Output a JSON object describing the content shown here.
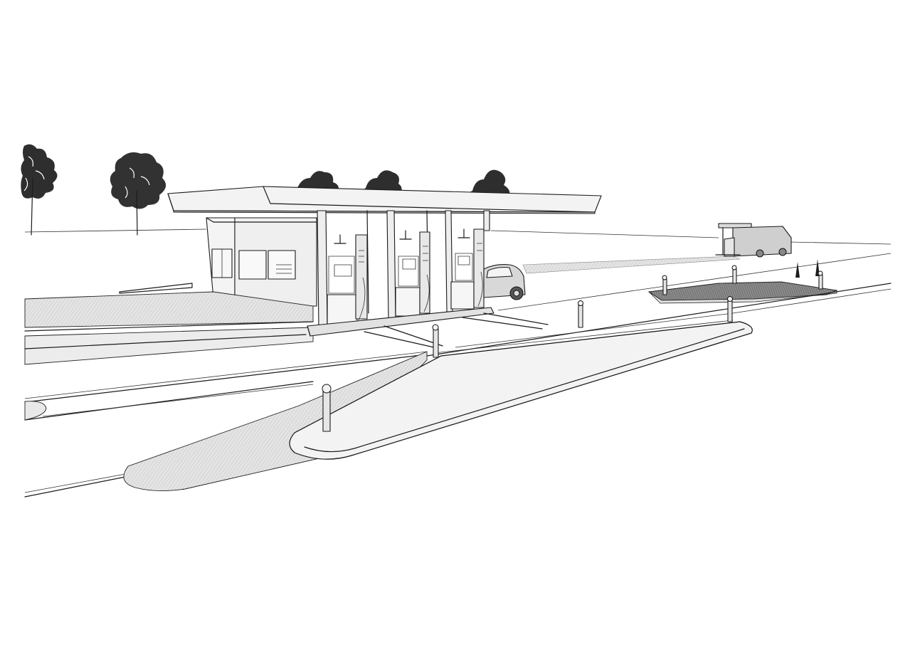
{
  "scene": {
    "subject": "fuel-station-sketch",
    "colors": {
      "background": "#ffffff",
      "line": "#1a1a1a",
      "shade_light": "#ececec",
      "shade_mid": "#dcdcdc",
      "shade_dark": "#bdbdbd",
      "foliage": "#1c1c1c"
    },
    "counts": {
      "trees": 5,
      "pump_bays": 3,
      "bollards": 7
    }
  }
}
